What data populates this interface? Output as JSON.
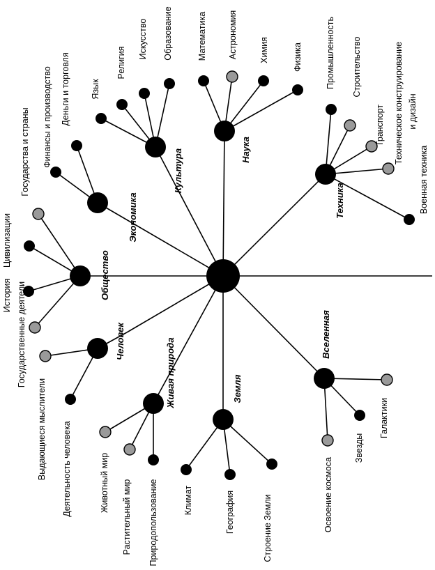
{
  "diagram": {
    "branches": [
      {
        "id": "society",
        "label": "Общество",
        "leaves": [
          {
            "id": "civilizations",
            "label": "Цивилизации",
            "fill": "gray"
          },
          {
            "id": "history",
            "label": "История",
            "fill": "black"
          },
          {
            "id": "state-leaders",
            "label": "Государственные деятели",
            "fill": "black"
          },
          {
            "id": "states",
            "label": "Государства и страны",
            "fill": "gray"
          }
        ]
      },
      {
        "id": "economy",
        "label": "Экономика",
        "leaves": [
          {
            "id": "finance",
            "label": "Финансы и производство",
            "fill": "black"
          },
          {
            "id": "money",
            "label": "Деньги и торговля",
            "fill": "black"
          }
        ]
      },
      {
        "id": "culture",
        "label": "Культура",
        "leaves": [
          {
            "id": "language",
            "label": "Язык",
            "fill": "black"
          },
          {
            "id": "religion",
            "label": "Религия",
            "fill": "black"
          },
          {
            "id": "art",
            "label": "Искусство",
            "fill": "black"
          },
          {
            "id": "education",
            "label": "Образование",
            "fill": "black"
          }
        ]
      },
      {
        "id": "science",
        "label": "Наука",
        "leaves": [
          {
            "id": "math",
            "label": "Математика",
            "fill": "black"
          },
          {
            "id": "astronomy",
            "label": "Астрономия",
            "fill": "gray"
          },
          {
            "id": "chemistry",
            "label": "Химия",
            "fill": "black"
          },
          {
            "id": "physics",
            "label": "Физика",
            "fill": "black"
          }
        ]
      },
      {
        "id": "technology",
        "label": "Техника",
        "leaves": [
          {
            "id": "industry",
            "label": "Промышленность",
            "fill": "black"
          },
          {
            "id": "construction",
            "label": "Строительство",
            "fill": "gray"
          },
          {
            "id": "transport",
            "label": "Транспорт",
            "fill": "gray"
          },
          {
            "id": "tech-design",
            "label": "Техническое конструирование и дизайн",
            "fill": "gray"
          },
          {
            "id": "military",
            "label": "Военная техника",
            "fill": "black"
          }
        ]
      },
      {
        "id": "universe",
        "label": "Вселенная",
        "leaves": [
          {
            "id": "space-exploration",
            "label": "Освоение космоса",
            "fill": "gray"
          },
          {
            "id": "stars",
            "label": "Звезды",
            "fill": "black"
          },
          {
            "id": "galaxies",
            "label": "Галактики",
            "fill": "gray"
          }
        ]
      },
      {
        "id": "earth",
        "label": "Земля",
        "leaves": [
          {
            "id": "climate",
            "label": "Климат",
            "fill": "black"
          },
          {
            "id": "geography",
            "label": "География",
            "fill": "black"
          },
          {
            "id": "earth-structure",
            "label": "Строение Земли",
            "fill": "black"
          }
        ]
      },
      {
        "id": "living-nature",
        "label": "Живая природа",
        "leaves": [
          {
            "id": "fauna",
            "label": "Животный мир",
            "fill": "gray"
          },
          {
            "id": "flora",
            "label": "Растительный мир",
            "fill": "gray"
          },
          {
            "id": "nature-use",
            "label": "Природопользование",
            "fill": "black"
          }
        ]
      },
      {
        "id": "person",
        "label": "Человек",
        "leaves": [
          {
            "id": "thinkers",
            "label": "Выдающиеся мыслители",
            "fill": "gray"
          },
          {
            "id": "human-activity",
            "label": "Деятельность человека",
            "fill": "black"
          }
        ]
      }
    ]
  }
}
